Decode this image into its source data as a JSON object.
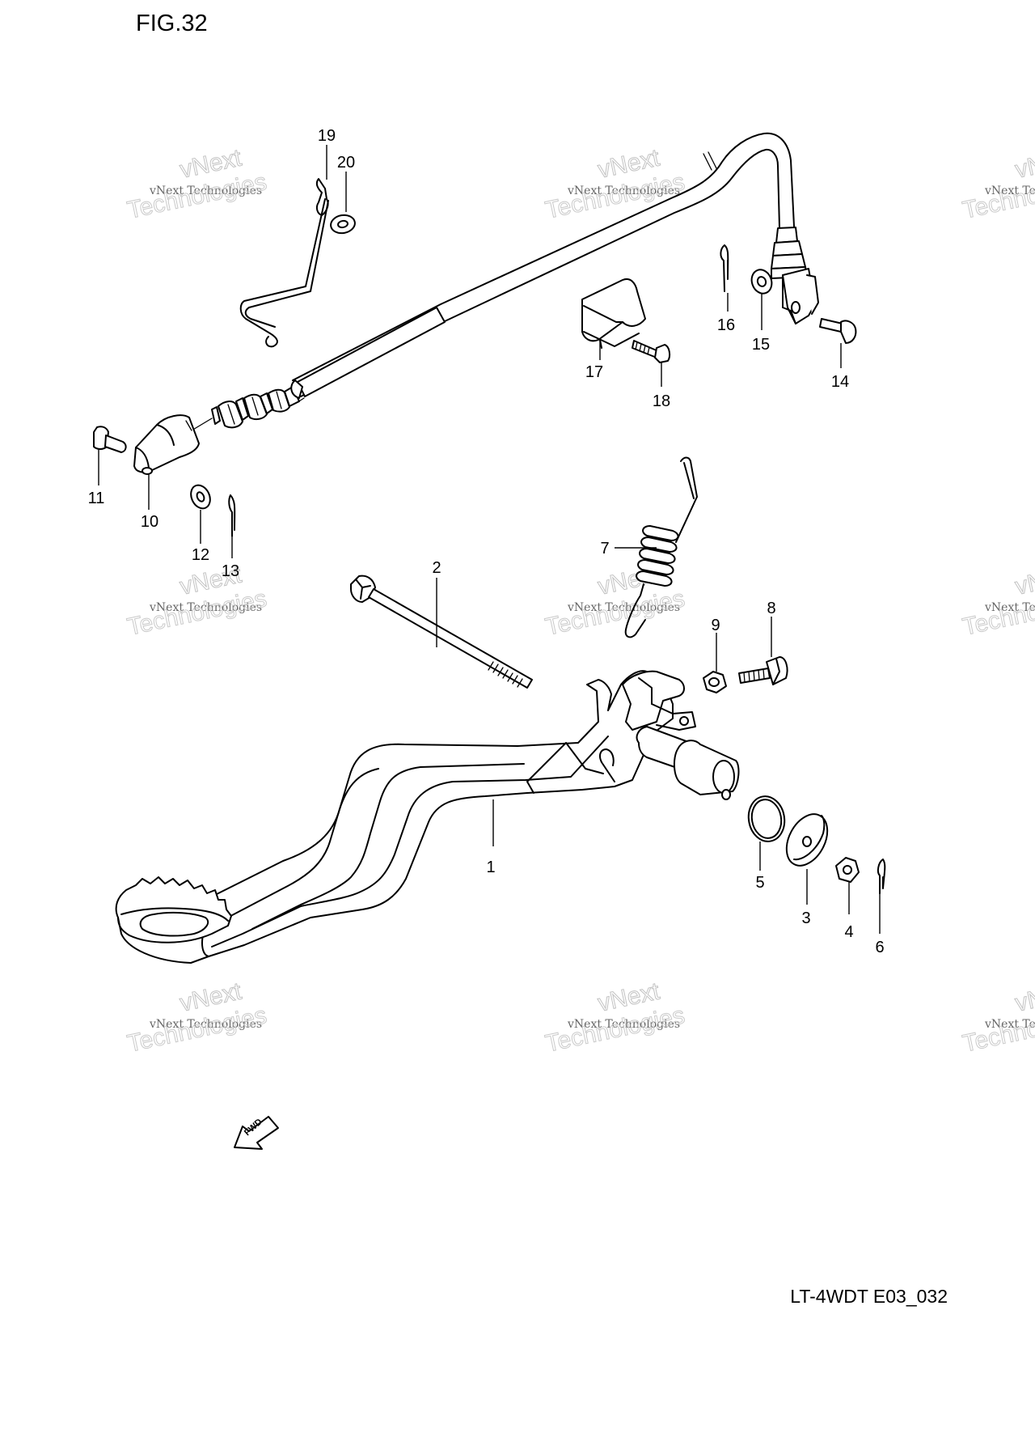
{
  "figure": {
    "title": "FIG.32",
    "model_code": "LT-4WDT E03_032",
    "fwd_label": "FWD"
  },
  "watermark": {
    "line1": "vNext Technologies",
    "line2": "vNext",
    "line3": "Technologies"
  },
  "callouts": [
    "1",
    "2",
    "3",
    "4",
    "5",
    "6",
    "7",
    "8",
    "9",
    "10",
    "11",
    "12",
    "13",
    "14",
    "15",
    "16",
    "17",
    "18",
    "19",
    "20"
  ]
}
